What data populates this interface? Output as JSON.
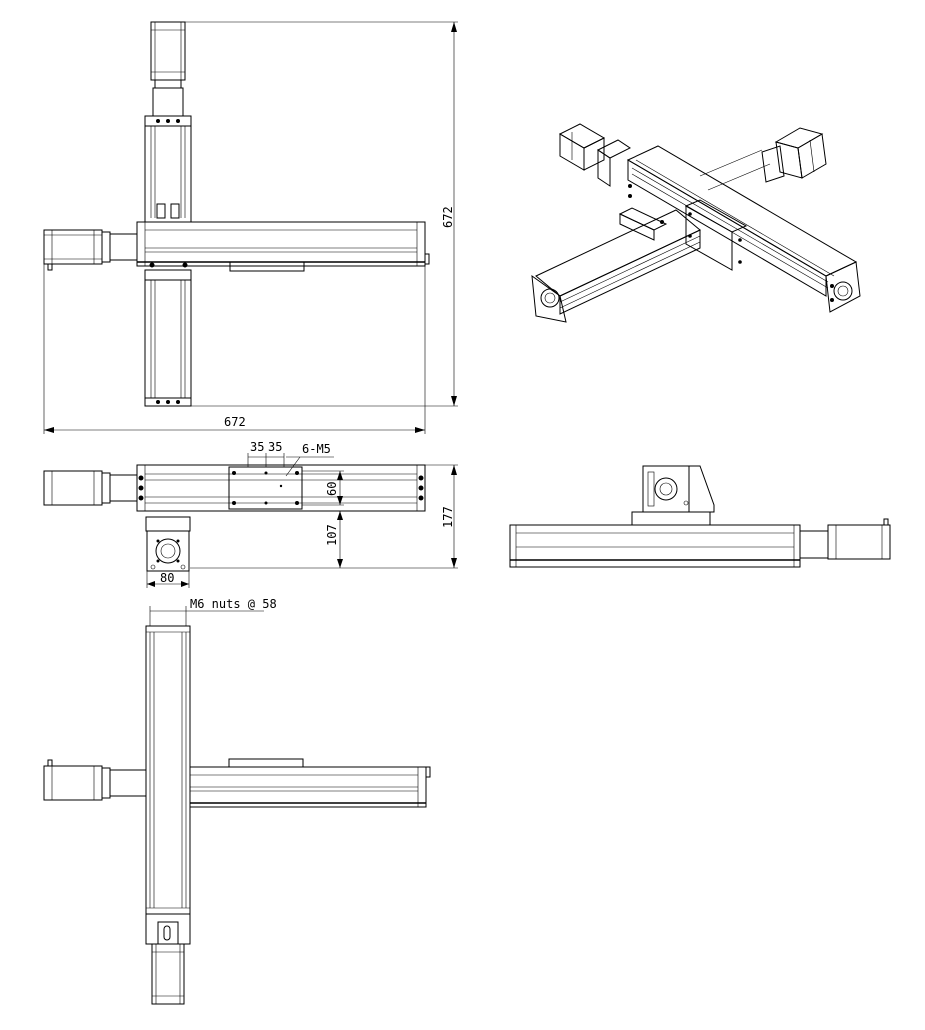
{
  "dimensions": {
    "overall_height": "672",
    "overall_width": "672",
    "pitch_a": "35",
    "pitch_b": "35",
    "holes": "6-M5",
    "carriage_height": "60",
    "side_height": "177",
    "offset_107": "107",
    "motor_width": "80",
    "nuts": "M6 nuts @ 58"
  }
}
